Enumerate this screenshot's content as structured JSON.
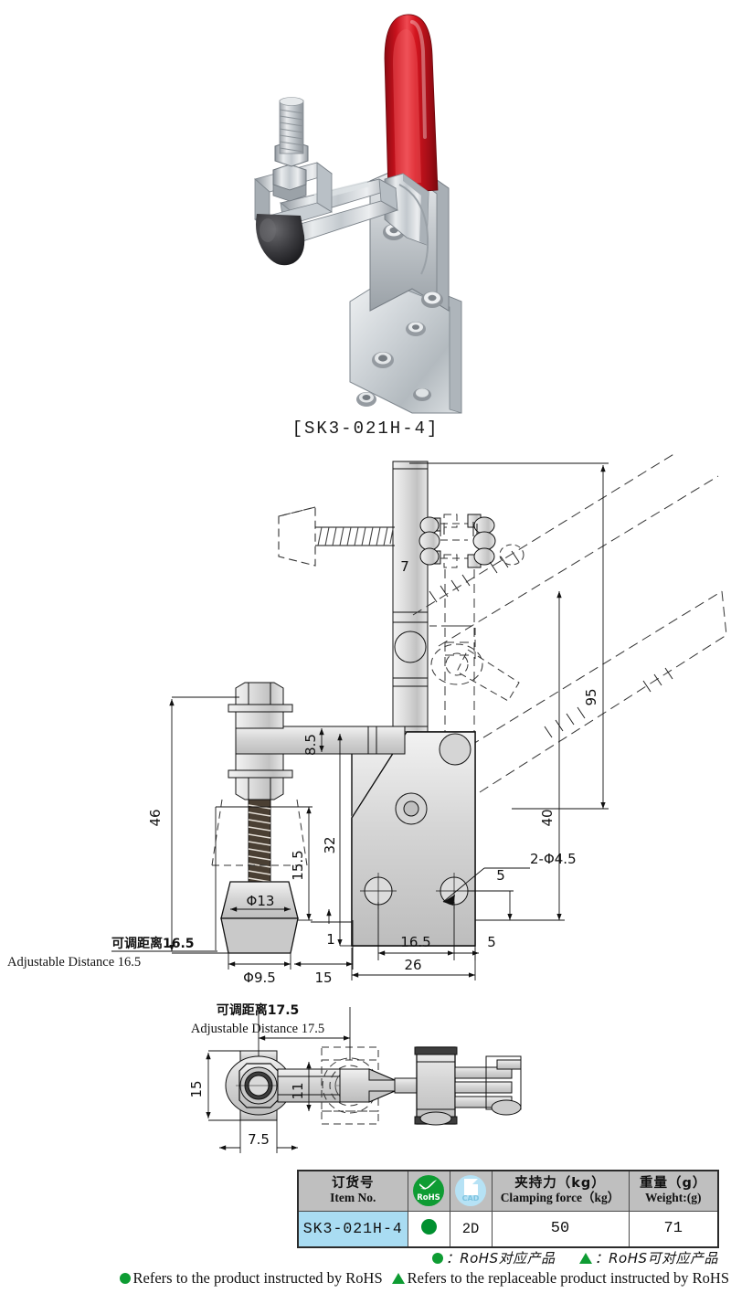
{
  "part": {
    "caption": "[SK3-021H-4]",
    "item_no": "SK3-021H-4"
  },
  "photo": {
    "alt_name": "vertical-toggle-clamp-photo",
    "handle_color": "#d3131e",
    "metal_color": "#c9cdd2",
    "tip_color": "#333333"
  },
  "drawing_main": {
    "title": "front-elevation-drawing",
    "dims": {
      "d95": "95",
      "d7": "7",
      "d46": "46",
      "d8_5": "8.5",
      "d32": "32",
      "d40": "40",
      "d15_5": "15.5",
      "d13": "Φ13",
      "d9_5": "Φ9.5",
      "d1": "1",
      "d15": "15",
      "d16_5": "16.5",
      "d5a": "5",
      "d5b": "5",
      "d26": "26",
      "holes": "2-Φ4.5"
    },
    "adjustable_cn": "可调距离16.5",
    "adjustable_en": "Adjustable Distance 16.5"
  },
  "drawing_plan": {
    "title": "plan-view-drawing",
    "adjustable_cn": "可调距离17.5",
    "adjustable_en": "Adjustable Distance 17.5",
    "dims": {
      "d15": "15",
      "d11": "11",
      "d7_5": "7.5"
    }
  },
  "spec_table": {
    "headers": [
      {
        "cn": "订货号",
        "en": "Item No.",
        "icon": ""
      },
      {
        "cn": "",
        "en": "",
        "icon": "rohs-icon"
      },
      {
        "cn": "",
        "en": "",
        "icon": "cad-icon"
      },
      {
        "cn": "夹持力（kg）",
        "en": "Clamping force（kg）",
        "icon": ""
      },
      {
        "cn": "重量（g）",
        "en": "Weight:(g)",
        "icon": ""
      }
    ],
    "rohs_badge_label": "RoHS",
    "cad_badge_label": "CAD",
    "row": {
      "item_no": "SK3-021H-4",
      "rohs": "green-dot",
      "cad": "2D",
      "clamping_force": "50",
      "weight": "71"
    }
  },
  "legend": {
    "cn_dot": "：RoHS对应产品",
    "cn_tri": "：RoHS可对应产品",
    "en_dot": "Refers to the product instructed by RoHS",
    "en_tri": "Refers to the replaceable product instructed by RoHS"
  },
  "colors": {
    "header_gray": "#bfbfbf",
    "item_blue": "#a9dcf2",
    "rohs_green": "#0e9c33",
    "cad_blue": "#b6e2f5",
    "handle_red": "#d3131e"
  }
}
